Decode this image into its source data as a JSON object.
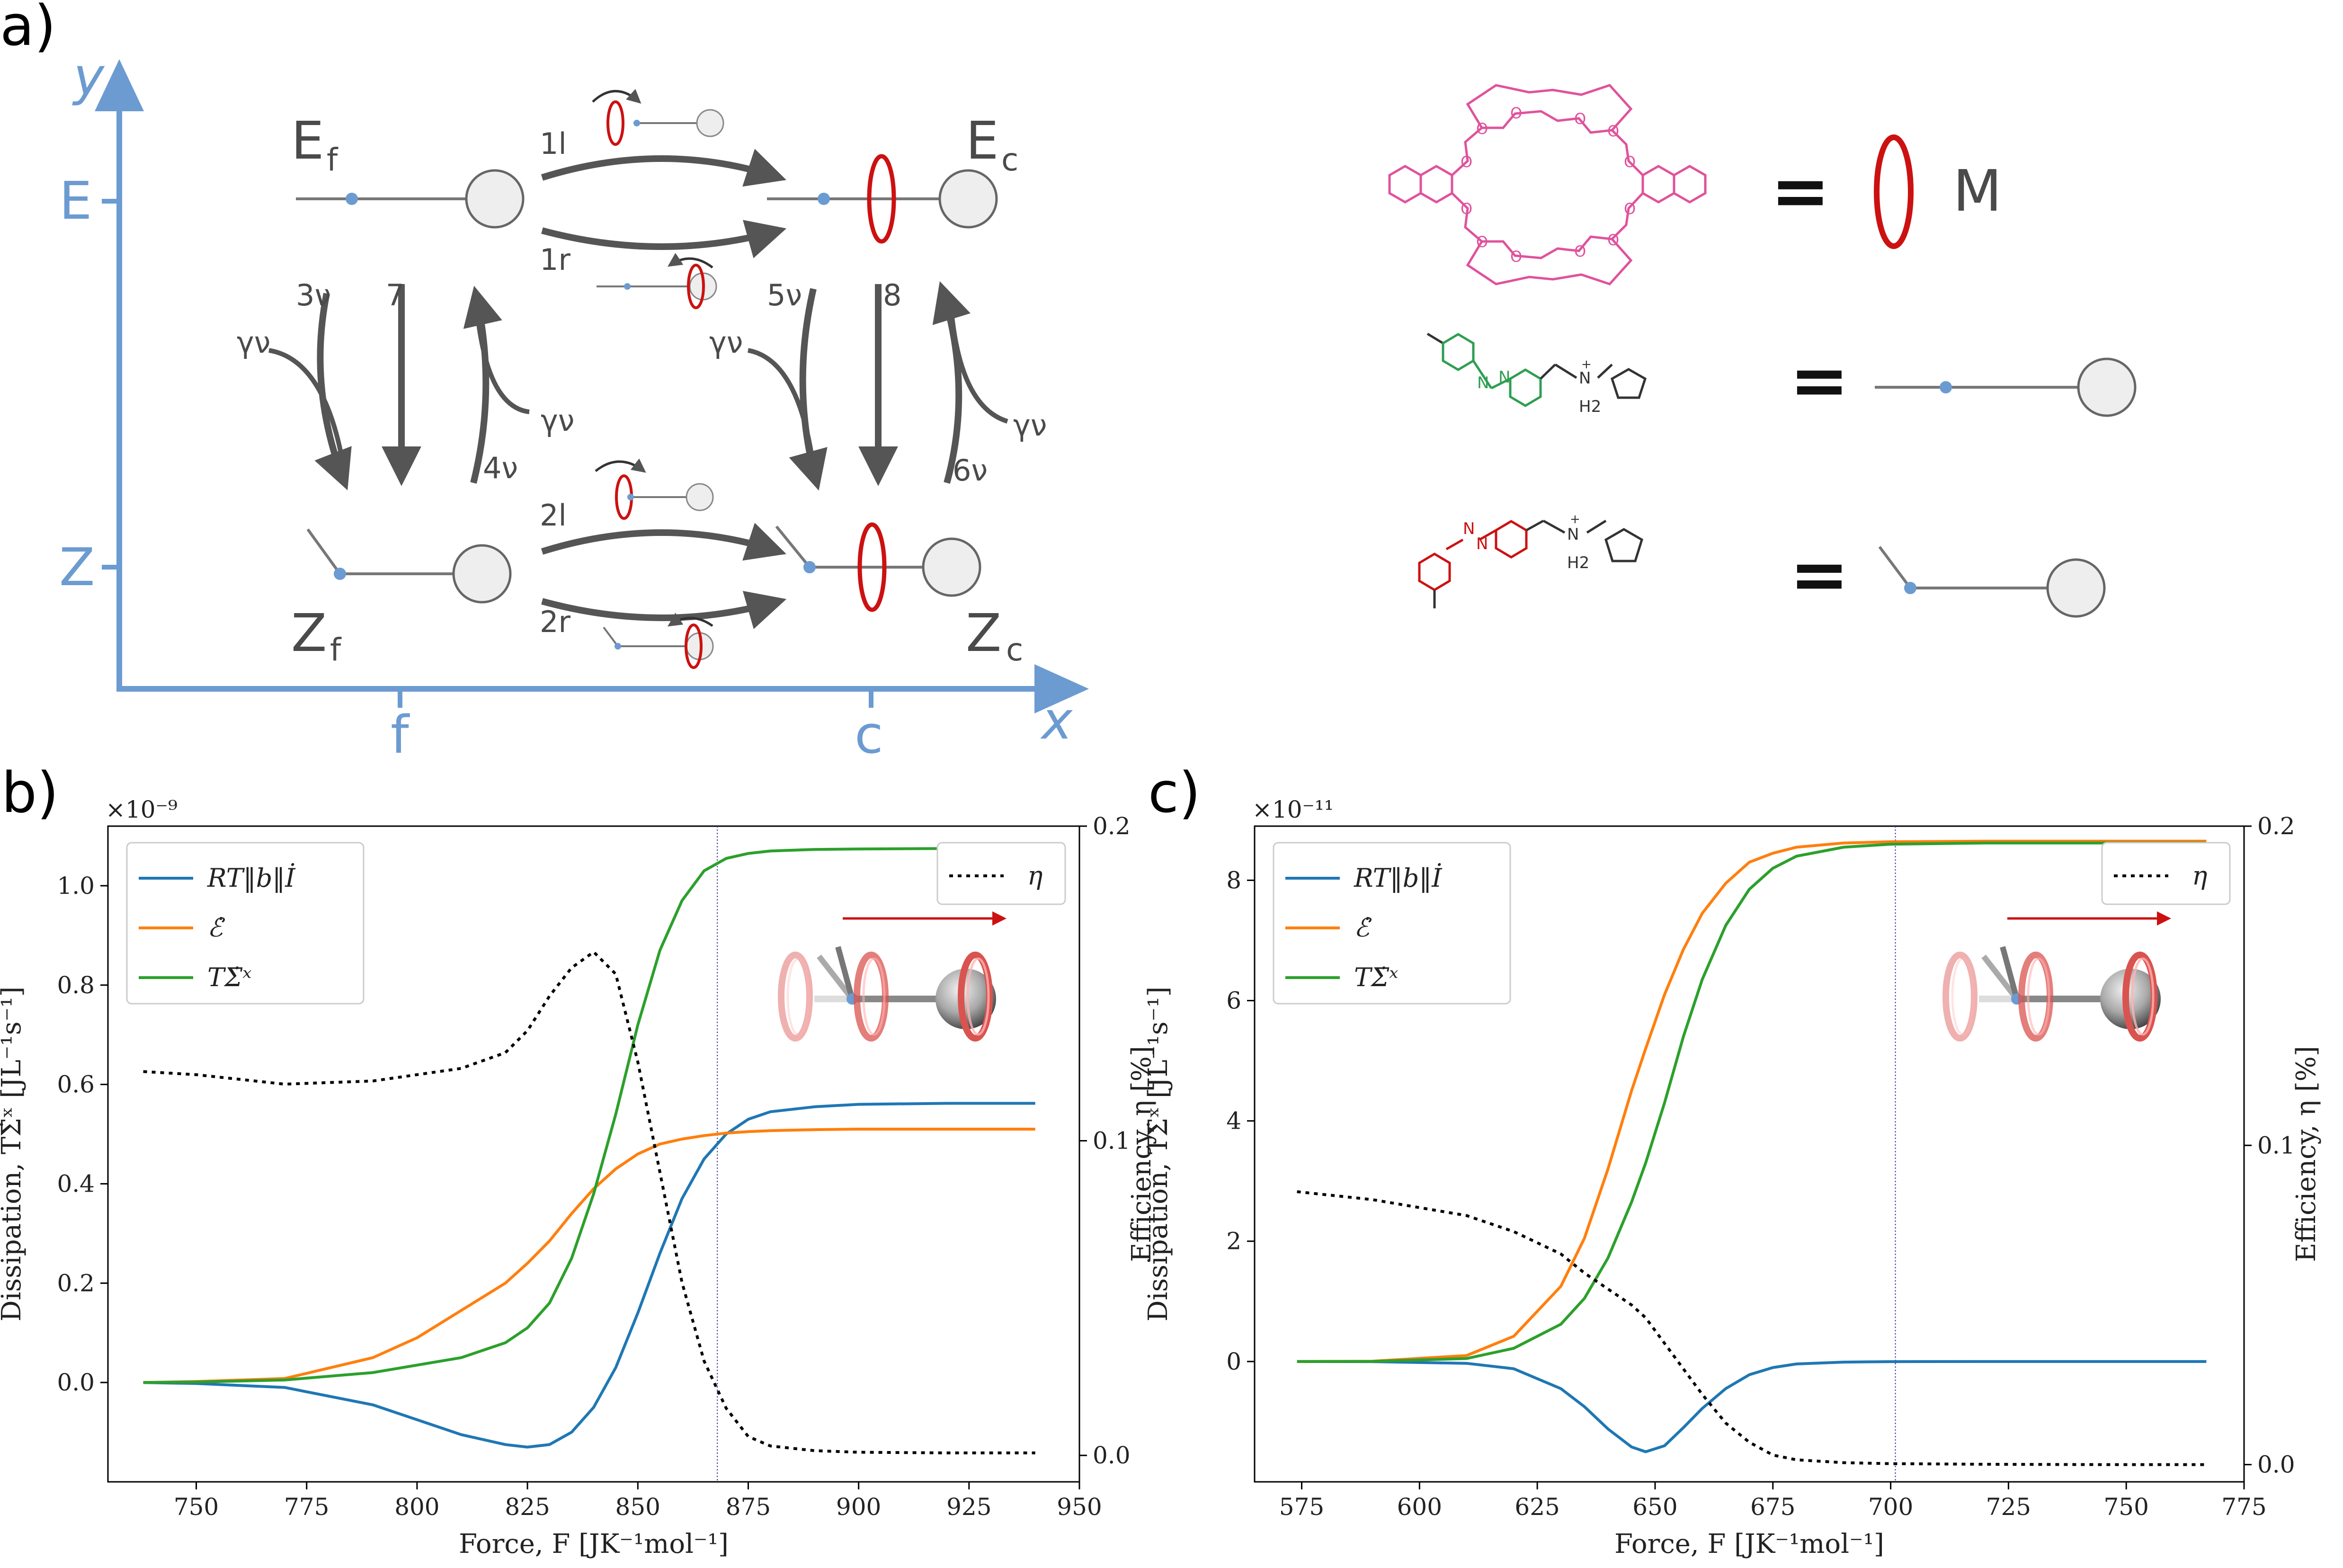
{
  "panel_a": {
    "label": "a)",
    "axis_y": "y",
    "axis_x": "x",
    "y_tick_e": "E",
    "y_tick_z": "Z",
    "x_tick_f": "f",
    "x_tick_c": "c",
    "state_ef": "E",
    "state_ef_sub": "f",
    "state_ec": "E",
    "state_ec_sub": "c",
    "state_zf": "Z",
    "state_zf_sub": "f",
    "state_zc": "Z",
    "state_zc_sub": "c",
    "r_1l": "1l",
    "r_1r": "1r",
    "r_2l": "2l",
    "r_2r": "2r",
    "r_3v": "3ν",
    "r_4v": "4ν",
    "r_5v": "5ν",
    "r_6v": "6ν",
    "r_7": "7",
    "r_8": "8",
    "gamma": "γν",
    "legend_m": "M",
    "legend_eq": "=",
    "h2": "H2",
    "plus": "+",
    "n": "N"
  },
  "chart_data": [
    {
      "type": "line",
      "panel_label": "b)",
      "xlabel": "Force, F    [JK⁻¹mol⁻¹]",
      "ylabel": "Dissipation, TΣ̇ˣ    [JL⁻¹s⁻¹]",
      "y2label": "Efficiency, η    [%]",
      "offset": "×10⁻⁹",
      "xlim": [
        730,
        950
      ],
      "ylim": [
        -0.2,
        1.12
      ],
      "y2lim": [
        -0.0084,
        0.2
      ],
      "xticks": [
        "750",
        "775",
        "800",
        "825",
        "850",
        "875",
        "900",
        "925",
        "950"
      ],
      "xtick_values": [
        750,
        775,
        800,
        825,
        850,
        875,
        900,
        925,
        950
      ],
      "yticks": [
        "0.0",
        "0.2",
        "0.4",
        "0.6",
        "0.8",
        "1.0"
      ],
      "ytick_values": [
        0.0,
        0.2,
        0.4,
        0.6,
        0.8,
        1.0
      ],
      "y2ticks": [
        "0.0",
        "0.1",
        "0.2"
      ],
      "y2tick_values": [
        0.0,
        0.1,
        0.2
      ],
      "vline": 868,
      "x": [
        738,
        750,
        770,
        790,
        800,
        810,
        820,
        825,
        830,
        835,
        840,
        845,
        850,
        855,
        860,
        865,
        870,
        875,
        880,
        890,
        900,
        920,
        940
      ],
      "series": [
        {
          "name": "RT‖b‖İ",
          "color": "#1f77b4",
          "axis": "left",
          "values": [
            0.0,
            -0.002,
            -0.01,
            -0.045,
            -0.075,
            -0.105,
            -0.125,
            -0.13,
            -0.125,
            -0.1,
            -0.05,
            0.03,
            0.14,
            0.26,
            0.37,
            0.45,
            0.5,
            0.53,
            0.545,
            0.555,
            0.56,
            0.562,
            0.562
          ]
        },
        {
          "name": "ℰ̇",
          "color": "#ff7f0e",
          "axis": "left",
          "values": [
            0.0,
            0.002,
            0.008,
            0.05,
            0.09,
            0.145,
            0.2,
            0.24,
            0.285,
            0.34,
            0.39,
            0.43,
            0.46,
            0.48,
            0.49,
            0.497,
            0.502,
            0.505,
            0.507,
            0.509,
            0.51,
            0.51,
            0.51
          ]
        },
        {
          "name": "TΣ̇ˣ",
          "color": "#2ca02c",
          "axis": "left",
          "values": [
            0.0,
            0.001,
            0.005,
            0.02,
            0.035,
            0.05,
            0.08,
            0.11,
            0.16,
            0.25,
            0.38,
            0.54,
            0.72,
            0.87,
            0.97,
            1.03,
            1.055,
            1.065,
            1.07,
            1.073,
            1.074,
            1.075,
            1.075
          ]
        },
        {
          "name": "η",
          "color": "#000000",
          "axis": "right",
          "dashed": true,
          "values": [
            0.122,
            0.121,
            0.118,
            0.119,
            0.121,
            0.123,
            0.128,
            0.135,
            0.146,
            0.155,
            0.16,
            0.153,
            0.125,
            0.09,
            0.055,
            0.03,
            0.015,
            0.006,
            0.003,
            0.0015,
            0.001,
            0.0008,
            0.0008
          ]
        }
      ]
    },
    {
      "type": "line",
      "panel_label": "c)",
      "xlabel": "Force, F    [JK⁻¹mol⁻¹]",
      "ylabel": "Dissipation, TΣ̇ˣ    [JL⁻¹s⁻¹]",
      "y2label": "Efficiency, η    [%]",
      "offset": "×10⁻¹¹",
      "xlim": [
        565,
        775
      ],
      "ylim": [
        -2.0,
        8.9
      ],
      "y2lim": [
        -0.0054,
        0.2
      ],
      "xticks": [
        "575",
        "600",
        "625",
        "650",
        "675",
        "700",
        "725",
        "750",
        "775"
      ],
      "xtick_values": [
        575,
        600,
        625,
        650,
        675,
        700,
        725,
        750,
        775
      ],
      "yticks": [
        "0",
        "2",
        "4",
        "6",
        "8"
      ],
      "ytick_values": [
        0,
        2,
        4,
        6,
        8
      ],
      "y2ticks": [
        "0.0",
        "0.1",
        "0.2"
      ],
      "y2tick_values": [
        0.0,
        0.1,
        0.2
      ],
      "vline": 701,
      "x": [
        574,
        590,
        610,
        620,
        630,
        635,
        640,
        645,
        648,
        652,
        656,
        660,
        665,
        670,
        675,
        680,
        690,
        700,
        720,
        745,
        767
      ],
      "series": [
        {
          "name": "RT‖b‖İ",
          "color": "#1f77b4",
          "axis": "left",
          "values": [
            0.0,
            -0.002,
            -0.03,
            -0.12,
            -0.45,
            -0.75,
            -1.12,
            -1.42,
            -1.5,
            -1.4,
            -1.1,
            -0.78,
            -0.45,
            -0.22,
            -0.1,
            -0.04,
            -0.01,
            -0.002,
            0.0,
            0.0,
            0.0
          ]
        },
        {
          "name": "ℰ̇",
          "color": "#ff7f0e",
          "axis": "left",
          "values": [
            0.0,
            0.005,
            0.1,
            0.42,
            1.25,
            2.05,
            3.2,
            4.5,
            5.2,
            6.1,
            6.85,
            7.45,
            7.95,
            8.3,
            8.45,
            8.55,
            8.62,
            8.64,
            8.65,
            8.65,
            8.65
          ]
        },
        {
          "name": "TΣ̇ˣ",
          "color": "#2ca02c",
          "axis": "left",
          "values": [
            0.0,
            0.002,
            0.05,
            0.22,
            0.62,
            1.05,
            1.72,
            2.65,
            3.3,
            4.3,
            5.4,
            6.35,
            7.25,
            7.85,
            8.2,
            8.4,
            8.55,
            8.6,
            8.62,
            8.62,
            8.62
          ]
        },
        {
          "name": "η",
          "color": "#000000",
          "axis": "right",
          "dashed": true,
          "values": [
            0.0855,
            0.083,
            0.078,
            0.073,
            0.066,
            0.06,
            0.055,
            0.05,
            0.046,
            0.038,
            0.03,
            0.022,
            0.013,
            0.007,
            0.003,
            0.0015,
            0.0006,
            0.0003,
            0.0001,
            0.0,
            0.0
          ]
        }
      ]
    }
  ]
}
